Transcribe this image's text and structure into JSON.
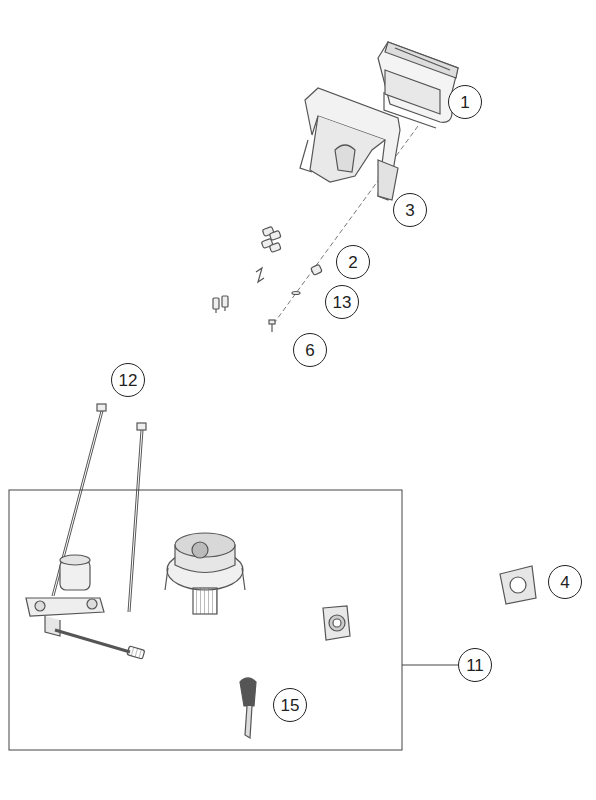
{
  "diagram": {
    "nodes": [
      {
        "text": [
          "1"
        ]
      },
      {
        "text": [
          "3"
        ]
      },
      {
        "text": [
          "2"
        ]
      },
      {
        "text": [
          "13"
        ]
      },
      {
        "text": [
          "6"
        ]
      },
      {
        "text": [
          "12"
        ]
      },
      {
        "text": [
          "4"
        ]
      },
      {
        "text": [
          "11"
        ]
      },
      {
        "text": [
          "15"
        ]
      }
    ]
  }
}
